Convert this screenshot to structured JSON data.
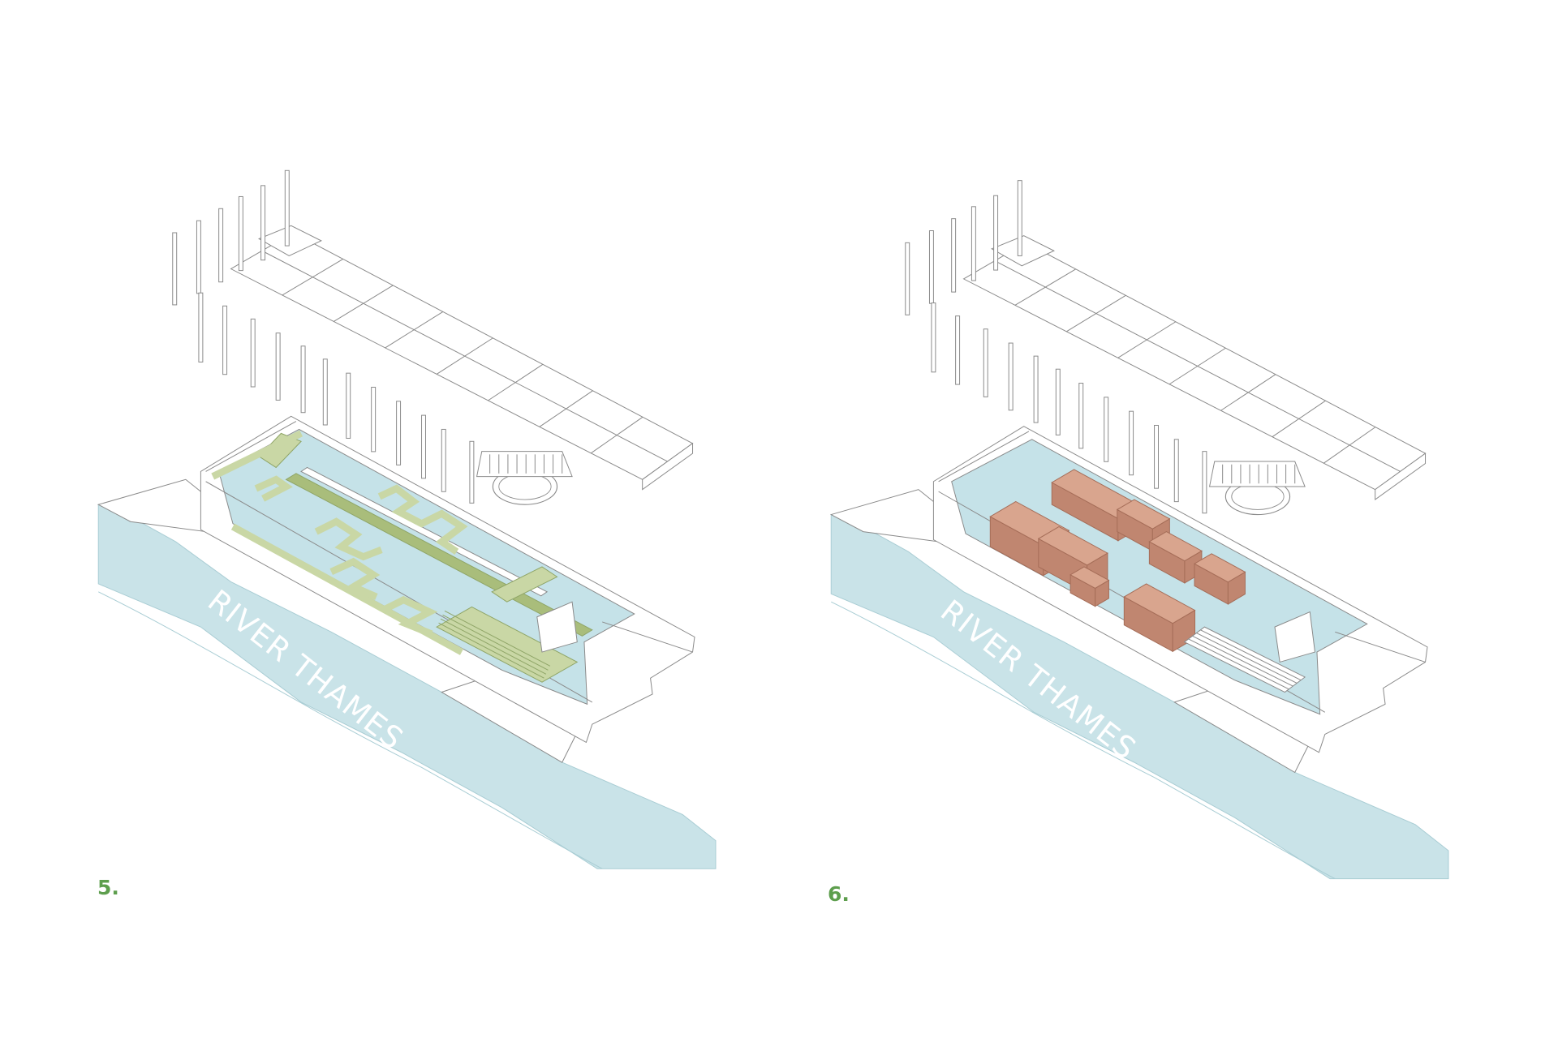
{
  "colors": {
    "water": "#c9e3e8",
    "floor": "#c5e2e8",
    "walkway": "#c9d7a5",
    "walkway_dark": "#a9bd7b",
    "volume": "#d9a58e",
    "volume_dark": "#c08670",
    "label": "#5d9e4d",
    "line": "#8a8a8a"
  },
  "panels": [
    {
      "label": "5.",
      "river_name": "RIVER THAMES",
      "variant": "walkways"
    },
    {
      "label": "6.",
      "river_name": "RIVER THAMES",
      "variant": "volumes"
    }
  ]
}
